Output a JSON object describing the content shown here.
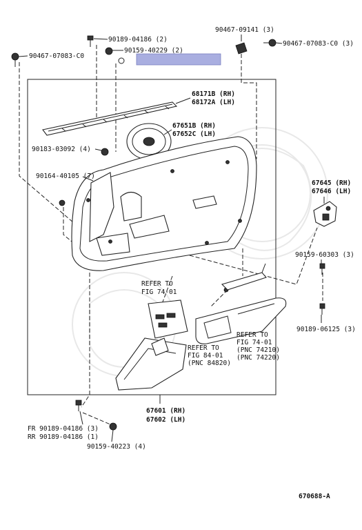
{
  "labels": {
    "l1": "90189-04186 (2)",
    "l2": "90159-40229 (2)",
    "l3": "90467-09141 (3)",
    "l4": "90467-07083-C0 (3)",
    "l5": "90467-07083-C0",
    "l6": "68171B (RH)",
    "l7": "68172A (LH)",
    "l8": "67651B (RH)",
    "l9": "67652C (LH)",
    "l10": "90183-03092 (4)",
    "l11": "90164-40105 (7)",
    "l12": "67645 (RH)",
    "l13": "67646 (LH)",
    "l14": "90159-60303 (3)",
    "l15": "90189-06125 (3)",
    "l16a": "REFER TO",
    "l16b": "FIG 74-01",
    "l17a": "REFER TO",
    "l17b": "FIG 84-01",
    "l17c": "(PNC 84820)",
    "l18a": "REFER TO",
    "l18b": "FIG 74-01",
    "l18c": "(PNC 74210)",
    "l18d": "(PNC 74220)",
    "l19": "67601 (RH)",
    "l20": "67602 (LH)",
    "l21": "FR  90189-04186 (3)",
    "l22": "RR  90189-04186 (1)",
    "l23": "90159-40223 (4)",
    "code": "670688-A"
  },
  "colors": {
    "highlight": "#a9aee0"
  }
}
